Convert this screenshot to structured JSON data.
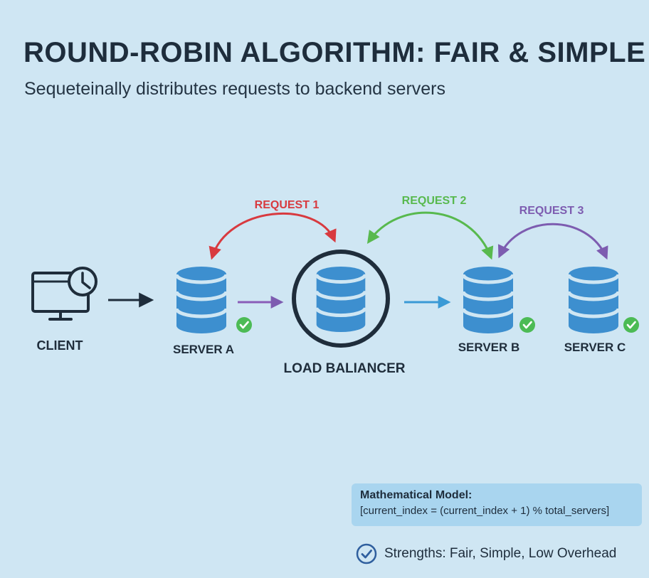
{
  "title": "ROUND-ROBIN ALGORITHM: FAIR & SIMPLE",
  "subtitle": "Sequeteinally distributes requests to backend servers",
  "nodes": {
    "client": "CLIENT",
    "server_a": "SERVER A",
    "load_balancer": "LOAD BALIANCER",
    "server_b": "SERVER B",
    "server_c": "SERVER C"
  },
  "requests": [
    {
      "label": "REQUEST 1",
      "color": "#d83a3f"
    },
    {
      "label": "REQUEST 2",
      "color": "#58b94e"
    },
    {
      "label": "REQUEST 3",
      "color": "#7d5cb0"
    }
  ],
  "colors": {
    "background": "#cfe6f3",
    "server_blue": "#3d8fcf",
    "check_green": "#4cbb55",
    "forward_arrow_purple": "#8a5cb8",
    "forward_arrow_blue": "#3a9ad6",
    "model_box": "#a9d5ef"
  },
  "model": {
    "title": "Mathematical Model:",
    "formula": "[current_index = (current_index + 1) % total_servers]"
  },
  "strengths": {
    "label": "Strengths:",
    "text": " Fair, Simple, Low Overhead"
  },
  "icons": [
    "monitor-icon",
    "clock-icon",
    "database-icon",
    "check-icon",
    "check-circle-icon"
  ]
}
